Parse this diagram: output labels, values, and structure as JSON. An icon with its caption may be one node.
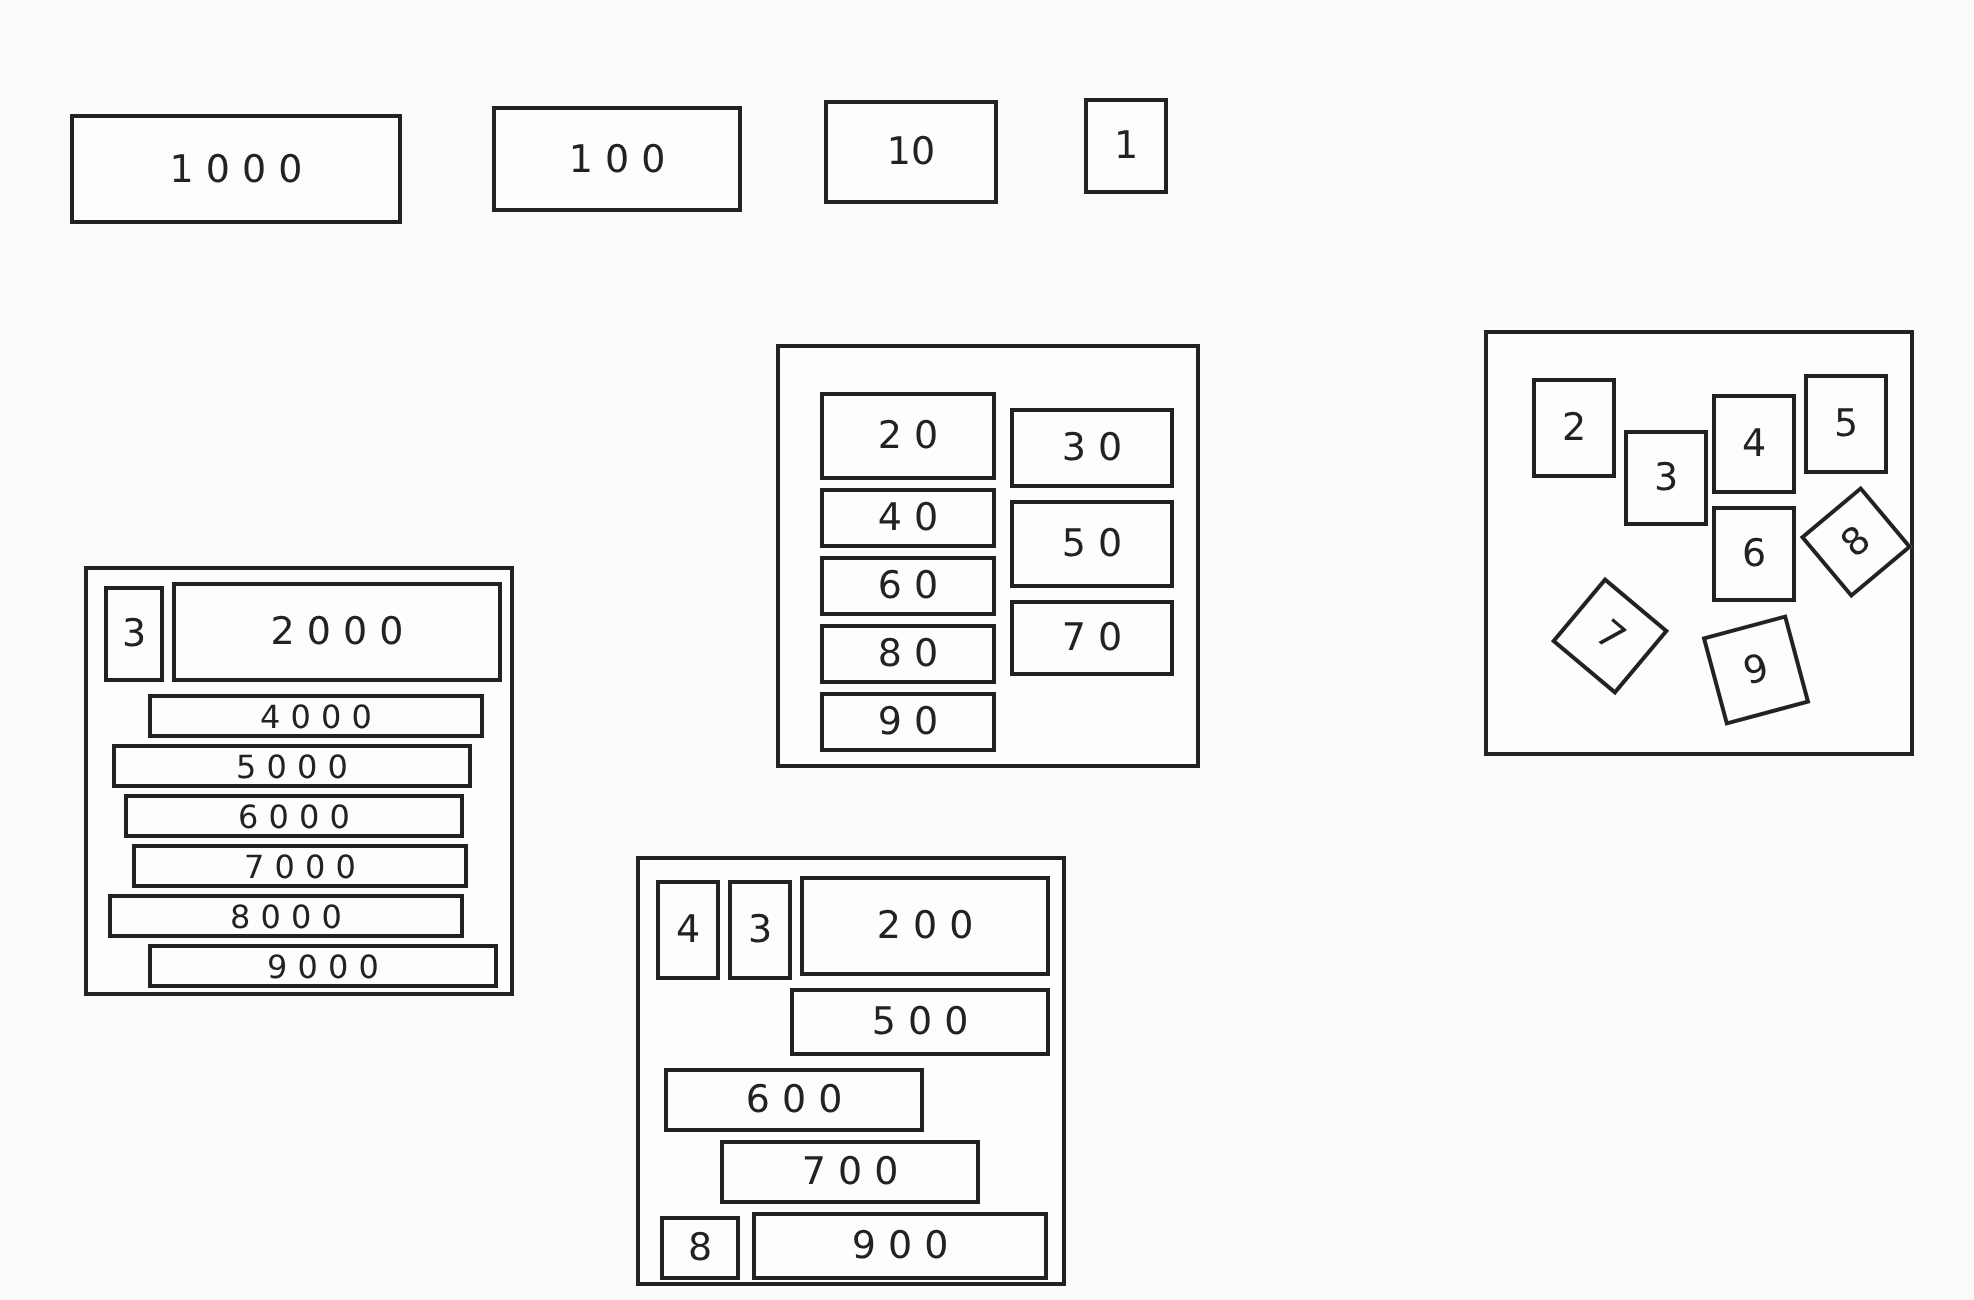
{
  "diagram": {
    "nodes": [
      {
        "text": [
          "1 0 0 0"
        ]
      },
      {
        "text": [
          "1 0 0"
        ]
      },
      {
        "text": [
          "10"
        ]
      },
      {
        "text": [
          "1"
        ]
      },
      {
        "text": [],
        "shape": "box"
      },
      {
        "text": [
          "2 0"
        ],
        "in": 4
      },
      {
        "text": [
          "3 0"
        ],
        "in": 4
      },
      {
        "text": [
          "4 0"
        ],
        "in": 4
      },
      {
        "text": [
          "5 0"
        ],
        "in": 4
      },
      {
        "text": [
          "6 0"
        ],
        "in": 4
      },
      {
        "text": [
          "7 0"
        ],
        "in": 4
      },
      {
        "text": [
          "8 0"
        ],
        "in": 4
      },
      {
        "text": [
          "9 0"
        ],
        "in": 4
      },
      {
        "text": [],
        "shape": "box"
      },
      {
        "text": [
          "2"
        ],
        "in": 13
      },
      {
        "text": [
          "3"
        ],
        "in": 13
      },
      {
        "text": [
          "4"
        ],
        "in": 13
      },
      {
        "text": [
          "5"
        ],
        "in": 13
      },
      {
        "text": [
          "6"
        ],
        "in": 13
      },
      {
        "text": [
          "8"
        ],
        "in": 13
      },
      {
        "text": [
          "7"
        ],
        "in": 13
      },
      {
        "text": [
          "9"
        ],
        "in": 13
      },
      {
        "text": [],
        "shape": "box"
      },
      {
        "text": [
          "3"
        ],
        "in": 22
      },
      {
        "text": [
          "2 0 0 0"
        ],
        "in": 22
      },
      {
        "text": [
          "4 0 0 0"
        ],
        "in": 22
      },
      {
        "text": [
          "5 0 0 0"
        ],
        "in": 22
      },
      {
        "text": [
          "6 0 0 0"
        ],
        "in": 22
      },
      {
        "text": [
          "7 0 0 0"
        ],
        "in": 22
      },
      {
        "text": [
          "8 0 0 0"
        ],
        "in": 22
      },
      {
        "text": [
          "9 0 0 0"
        ],
        "in": 22
      },
      {
        "text": [],
        "shape": "box"
      },
      {
        "text": [
          "4"
        ],
        "in": 31
      },
      {
        "text": [
          "3"
        ],
        "in": 31
      },
      {
        "text": [
          "2 0 0"
        ],
        "in": 31
      },
      {
        "text": [
          "5 0 0"
        ],
        "in": 31
      },
      {
        "text": [
          "6 0 0"
        ],
        "in": 31
      },
      {
        "text": [
          "7 0 0"
        ],
        "in": 31
      },
      {
        "text": [
          "8"
        ],
        "in": 31
      },
      {
        "text": [
          "9 0 0"
        ],
        "in": 31
      }
    ],
    "edges": []
  }
}
